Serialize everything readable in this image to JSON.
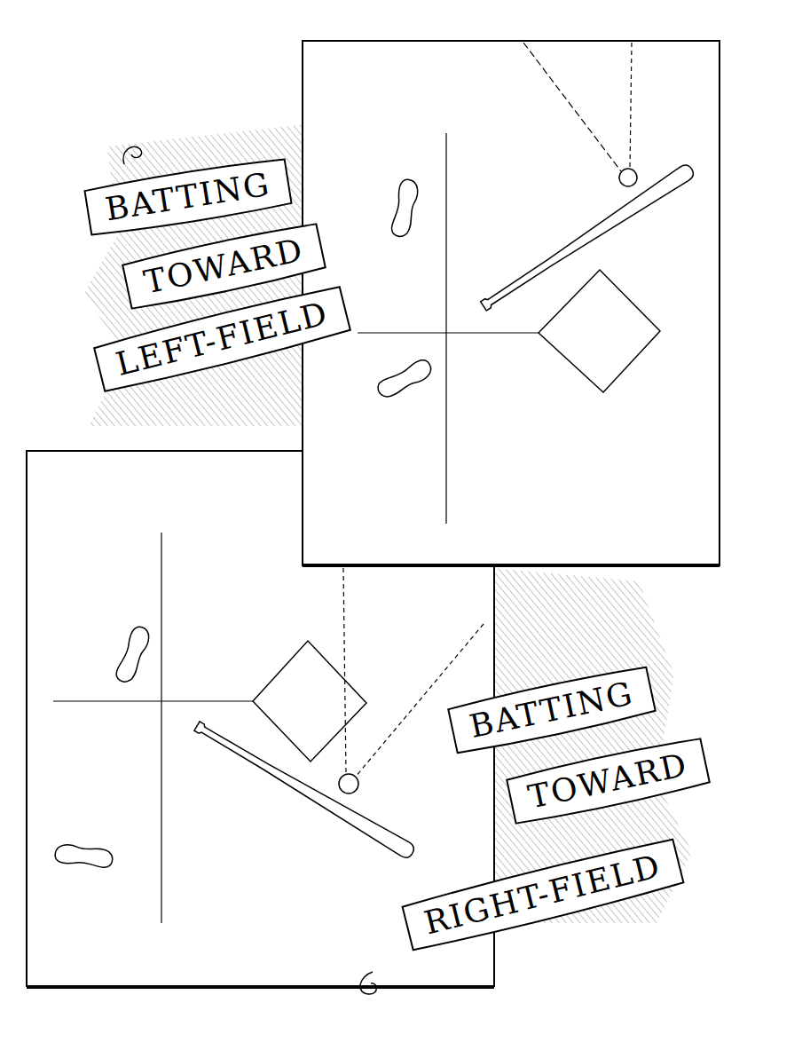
{
  "diagram": {
    "nodes": [
      {
        "text": [
          "BATTING"
        ]
      },
      {
        "text": [
          "TOWARD"
        ]
      },
      {
        "text": [
          "LEFT-FIELD"
        ]
      },
      {
        "text": [
          "BATTING"
        ]
      },
      {
        "text": [
          "TOWARD"
        ]
      },
      {
        "text": [
          "RIGHT-FIELD"
        ]
      }
    ]
  }
}
